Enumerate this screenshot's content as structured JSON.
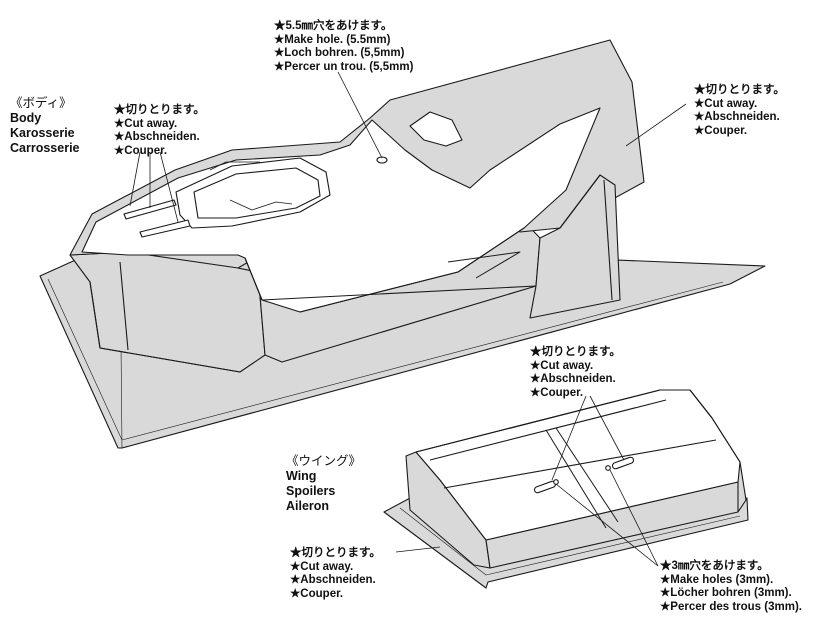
{
  "body_part": {
    "title_jp": "《ボディ》",
    "title_en": "Body",
    "title_de": "Karosserie",
    "title_fr": "Carrosserie"
  },
  "hole_55": {
    "jp": "★5.5㎜穴をあけます。",
    "en": "★Make hole. (5.5mm)",
    "de": "★Loch bohren. (5,5mm)",
    "fr": "★Percer un trou. (5,5mm)"
  },
  "cut_body_left": {
    "jp": "★切りとります。",
    "en": "★Cut away.",
    "de": "★Abschneiden.",
    "fr": "★Couper."
  },
  "cut_body_right": {
    "jp": "★切りとります。",
    "en": "★Cut away.",
    "de": "★Abschneiden.",
    "fr": "★Couper."
  },
  "wing_part": {
    "title_jp": "《ウイング》",
    "title_en": "Wing",
    "title_de": "Spoilers",
    "title_fr": "Aileron"
  },
  "cut_wing_top": {
    "jp": "★切りとります。",
    "en": "★Cut away.",
    "de": "★Abschneiden.",
    "fr": "★Couper."
  },
  "cut_wing_bottom": {
    "jp": "★切りとります。",
    "en": "★Cut away.",
    "de": "★Abschneiden.",
    "fr": "★Couper."
  },
  "holes_3": {
    "jp": "★3㎜穴をあけます。",
    "en": "★Make holes (3mm).",
    "de": "★Löcher bohren (3mm).",
    "fr": "★Percer des trous (3mm)."
  },
  "colors": {
    "part_fill": "#d9d9d9",
    "white_fill": "#ffffff",
    "line": "#1a1a1a"
  }
}
